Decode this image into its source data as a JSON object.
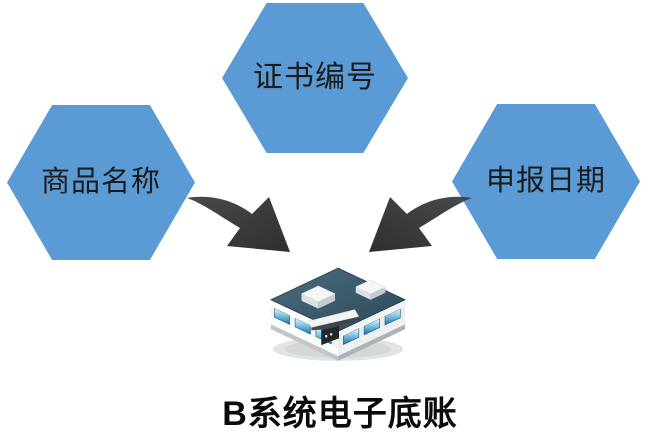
{
  "diagram": {
    "caption": "B系统电子底账",
    "hexagons": {
      "top": {
        "label": "证书编号"
      },
      "left": {
        "label": "商品名称"
      },
      "right": {
        "label": "申报日期"
      }
    },
    "icons": {
      "center": "warehouse-building-icon",
      "connectors": [
        "curved-arrow-left-icon",
        "curved-arrow-right-icon"
      ]
    },
    "colors": {
      "background": "#ffffff",
      "hexagon_fill": "#5b9bd5",
      "hexagon_text": "#1c1c1c",
      "arrow": "#3b3b3b",
      "caption_text": "#0b0b0b",
      "building_roof": "#3a5a6b",
      "building_window_blue": "#5fb3da",
      "building_wall": "#f3f5f5"
    }
  }
}
